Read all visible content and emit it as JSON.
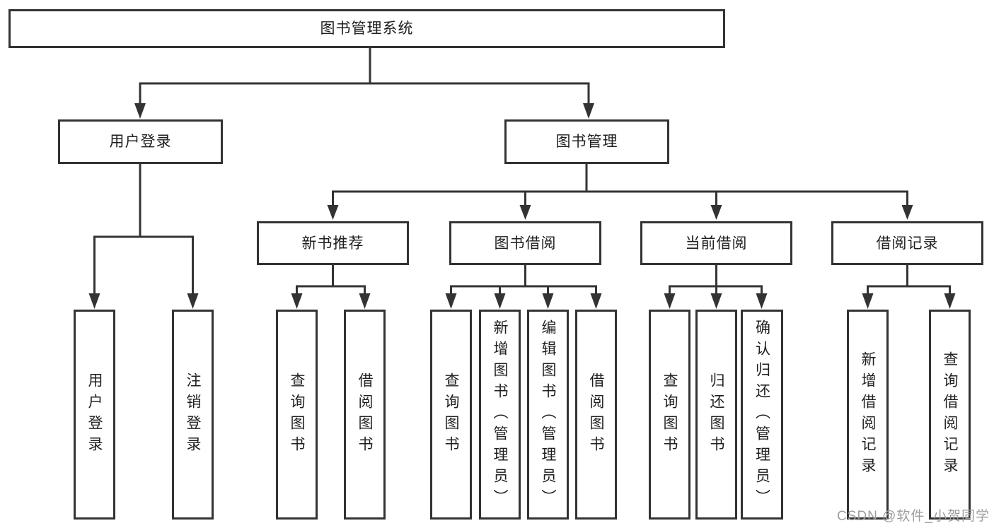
{
  "diagram": {
    "title": "图书管理系统",
    "colors": {
      "line": "#333333",
      "node_border": "#333333",
      "node_text": "#1f1f1f",
      "background": "#ffffff",
      "watermark": "#9e9e9e"
    },
    "nodes": {
      "root": {
        "label": "图书管理系统"
      },
      "userLogin": {
        "label": "用户登录"
      },
      "bookMgmt": {
        "label": "图书管理"
      },
      "newBookRec": {
        "label": "新书推荐"
      },
      "bookBorrow": {
        "label": "图书借阅"
      },
      "currentBorrow": {
        "label": "当前借阅"
      },
      "borrowRecords": {
        "label": "借阅记录"
      },
      "loginLeaf": {
        "label": "用户登录"
      },
      "logoutLeaf": {
        "label": "注销登录"
      },
      "queryBooksA": {
        "label": "查询图书"
      },
      "borrowBooksA": {
        "label": "借阅图书"
      },
      "queryBooksB": {
        "label": "查询图书"
      },
      "addBooks": {
        "label": "新增图书（管理员）"
      },
      "editBooks": {
        "label": "编辑图书（管理员）"
      },
      "borrowBooksB": {
        "label": "借阅图书"
      },
      "queryBooksC": {
        "label": "查询图书"
      },
      "returnBooks": {
        "label": "归还图书"
      },
      "confirmReturn": {
        "label": "确认归还（管理员）"
      },
      "addBorrowRecord": {
        "label": "新增借阅记录"
      },
      "queryBorrowRecord": {
        "label": "查询借阅记录"
      }
    },
    "edges": [
      {
        "from": "root",
        "to": [
          "userLogin",
          "bookMgmt"
        ]
      },
      {
        "from": "userLogin",
        "to": [
          "loginLeaf",
          "logoutLeaf"
        ]
      },
      {
        "from": "bookMgmt",
        "to": [
          "newBookRec",
          "bookBorrow",
          "currentBorrow",
          "borrowRecords"
        ]
      },
      {
        "from": "newBookRec",
        "to": [
          "queryBooksA",
          "borrowBooksA"
        ]
      },
      {
        "from": "bookBorrow",
        "to": [
          "queryBooksB",
          "addBooks",
          "editBooks",
          "borrowBooksB"
        ]
      },
      {
        "from": "currentBorrow",
        "to": [
          "queryBooksC",
          "returnBooks",
          "confirmReturn"
        ]
      },
      {
        "from": "borrowRecords",
        "to": [
          "addBorrowRecord",
          "queryBorrowRecord"
        ]
      }
    ],
    "watermark": "CSDN @软件_小贺同学"
  }
}
